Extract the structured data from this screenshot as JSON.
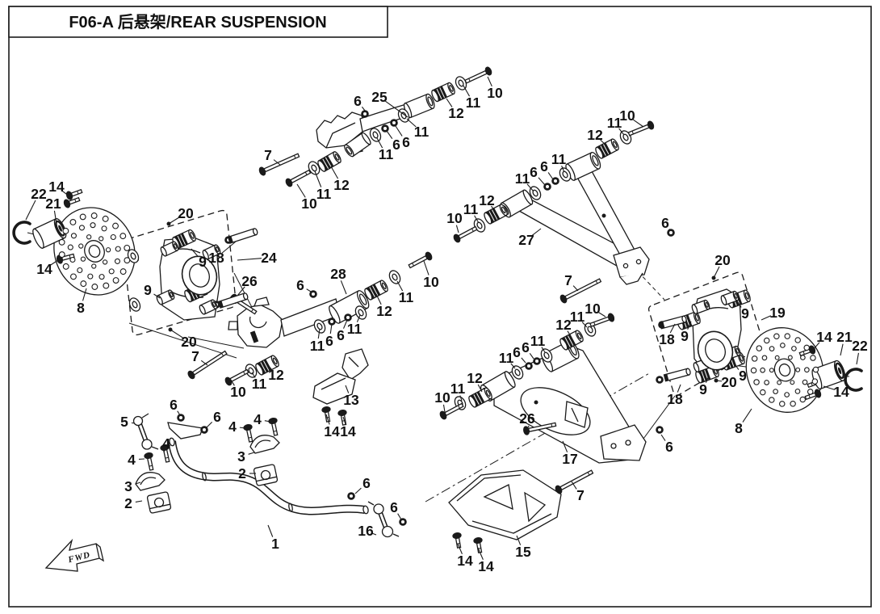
{
  "page": {
    "title": "F06-A 后悬架/REAR SUSPENSION",
    "fwd_label": "FWD"
  },
  "diagram": {
    "ink": "#1a1a1a",
    "background": "#ffffff",
    "callouts_keys": [
      "label",
      "x",
      "y",
      "target_x",
      "target_y",
      "dot"
    ],
    "callouts": [
      [
        "14",
        70,
        231,
        86,
        243,
        0
      ],
      [
        "22",
        48,
        240,
        32,
        272,
        0
      ],
      [
        "21",
        66,
        252,
        70,
        277,
        0
      ],
      [
        "14",
        55,
        333,
        72,
        322,
        0
      ],
      [
        "8",
        100,
        381,
        107,
        357,
        0
      ],
      [
        "20",
        230,
        264,
        209,
        277,
        1
      ],
      [
        "9",
        251,
        324,
        237,
        308,
        0
      ],
      [
        "18",
        268,
        319,
        292,
        299,
        0
      ],
      [
        "24",
        333,
        319,
        294,
        322,
        0
      ],
      [
        "9",
        183,
        359,
        198,
        369,
        0
      ],
      [
        "20",
        234,
        423,
        211,
        408,
        1
      ],
      [
        "26",
        309,
        348,
        294,
        366,
        0
      ],
      [
        "7",
        242,
        441,
        257,
        452,
        0
      ],
      [
        "7",
        332,
        192,
        347,
        204,
        0
      ],
      [
        "6",
        443,
        125,
        452,
        137,
        0
      ],
      [
        "25",
        470,
        120,
        505,
        145,
        0
      ],
      [
        "12",
        565,
        140,
        553,
        122,
        0
      ],
      [
        "11",
        586,
        127,
        574,
        106,
        0
      ],
      [
        "10",
        613,
        115,
        604,
        95,
        0
      ],
      [
        "11",
        522,
        163,
        504,
        147,
        0
      ],
      [
        "6",
        503,
        176,
        490,
        156,
        0
      ],
      [
        "6",
        491,
        179,
        479,
        162,
        0
      ],
      [
        "11",
        478,
        191,
        467,
        171,
        0
      ],
      [
        "12",
        423,
        229,
        410,
        206,
        0
      ],
      [
        "11",
        401,
        240,
        390,
        212,
        0
      ],
      [
        "10",
        383,
        252,
        368,
        228,
        0
      ],
      [
        "12",
        737,
        167,
        751,
        180,
        0
      ],
      [
        "11",
        761,
        152,
        773,
        167,
        0
      ],
      [
        "10",
        777,
        143,
        797,
        157,
        0
      ],
      [
        "11",
        692,
        197,
        699,
        213,
        0
      ],
      [
        "6",
        674,
        206,
        685,
        222,
        0
      ],
      [
        "6",
        661,
        213,
        675,
        229,
        0
      ],
      [
        "11",
        647,
        221,
        661,
        237,
        0
      ],
      [
        "27",
        652,
        297,
        670,
        283,
        0
      ],
      [
        "12",
        603,
        248,
        613,
        261,
        0
      ],
      [
        "11",
        583,
        259,
        593,
        276,
        0
      ],
      [
        "10",
        563,
        270,
        568,
        288,
        0
      ],
      [
        "6",
        824,
        276,
        830,
        285,
        0
      ],
      [
        "7",
        704,
        347,
        716,
        360,
        0
      ],
      [
        "28",
        419,
        339,
        429,
        364,
        0
      ],
      [
        "6",
        372,
        353,
        385,
        361,
        0
      ],
      [
        "10",
        534,
        349,
        525,
        323,
        0
      ],
      [
        "11",
        503,
        368,
        492,
        348,
        0
      ],
      [
        "12",
        476,
        385,
        466,
        364,
        0
      ],
      [
        "11",
        439,
        407,
        446,
        390,
        0
      ],
      [
        "6",
        422,
        415,
        430,
        396,
        0
      ],
      [
        "6",
        408,
        422,
        411,
        401,
        0
      ],
      [
        "11",
        393,
        428,
        396,
        407,
        0
      ],
      [
        "10",
        295,
        485,
        286,
        470,
        0
      ],
      [
        "11",
        321,
        475,
        312,
        461,
        0
      ],
      [
        "12",
        342,
        464,
        332,
        452,
        0
      ],
      [
        "13",
        435,
        495,
        428,
        477,
        0
      ],
      [
        "14",
        411,
        534,
        404,
        513,
        0
      ],
      [
        "14",
        431,
        534,
        425,
        516,
        0
      ],
      [
        "6",
        215,
        501,
        223,
        514,
        0
      ],
      [
        "5",
        154,
        522,
        167,
        524,
        0
      ],
      [
        "6",
        269,
        516,
        256,
        529,
        0
      ],
      [
        "4",
        288,
        528,
        304,
        530,
        0
      ],
      [
        "4",
        319,
        519,
        335,
        522,
        0
      ],
      [
        "3",
        299,
        565,
        315,
        560,
        0
      ],
      [
        "2",
        300,
        586,
        317,
        586,
        0
      ],
      [
        "4",
        206,
        549,
        203,
        560,
        0
      ],
      [
        "4",
        163,
        569,
        179,
        568,
        0
      ],
      [
        "3",
        159,
        602,
        174,
        597,
        0
      ],
      [
        "2",
        159,
        623,
        176,
        620,
        0
      ],
      [
        "1",
        341,
        673,
        332,
        650,
        0
      ],
      [
        "6",
        454,
        598,
        440,
        611,
        0
      ],
      [
        "16",
        453,
        657,
        466,
        662,
        0
      ],
      [
        "6",
        488,
        628,
        497,
        643,
        0
      ],
      [
        "14",
        576,
        694,
        567,
        673,
        0
      ],
      [
        "14",
        602,
        701,
        592,
        678,
        0
      ],
      [
        "15",
        648,
        683,
        640,
        663,
        0
      ],
      [
        "10",
        548,
        492,
        551,
        510,
        0
      ],
      [
        "11",
        567,
        481,
        572,
        496,
        0
      ],
      [
        "12",
        588,
        468,
        597,
        485,
        0
      ],
      [
        "11",
        627,
        443,
        638,
        456,
        0
      ],
      [
        "6",
        640,
        436,
        651,
        449,
        0
      ],
      [
        "6",
        651,
        430,
        661,
        444,
        0
      ],
      [
        "11",
        666,
        422,
        675,
        436,
        0
      ],
      [
        "12",
        698,
        402,
        707,
        416,
        0
      ],
      [
        "11",
        715,
        392,
        727,
        405,
        0
      ],
      [
        "10",
        734,
        382,
        750,
        392,
        0
      ],
      [
        "26",
        653,
        518,
        655,
        529,
        0
      ],
      [
        "17",
        706,
        568,
        697,
        546,
        0
      ],
      [
        "7",
        719,
        613,
        708,
        596,
        0
      ],
      [
        "6",
        829,
        553,
        819,
        538,
        0
      ],
      [
        "20",
        895,
        322,
        884,
        344,
        1
      ],
      [
        "9",
        923,
        388,
        912,
        371,
        0
      ],
      [
        "19",
        963,
        387,
        943,
        396,
        0
      ],
      [
        "18",
        826,
        420,
        836,
        401,
        0
      ],
      [
        "9",
        848,
        416,
        856,
        398,
        0
      ],
      [
        "9",
        920,
        465,
        909,
        449,
        0
      ],
      [
        "20",
        903,
        473,
        887,
        471,
        1
      ],
      [
        "9",
        871,
        482,
        878,
        465,
        0
      ],
      [
        "18",
        836,
        494,
        843,
        476,
        0
      ],
      [
        "8",
        915,
        530,
        931,
        506,
        0
      ],
      [
        "14",
        1021,
        417,
        1007,
        433,
        0
      ],
      [
        "21",
        1046,
        417,
        1041,
        440,
        0
      ],
      [
        "22",
        1065,
        428,
        1061,
        451,
        0
      ],
      [
        "14",
        1042,
        485,
        1020,
        478,
        0
      ]
    ]
  }
}
